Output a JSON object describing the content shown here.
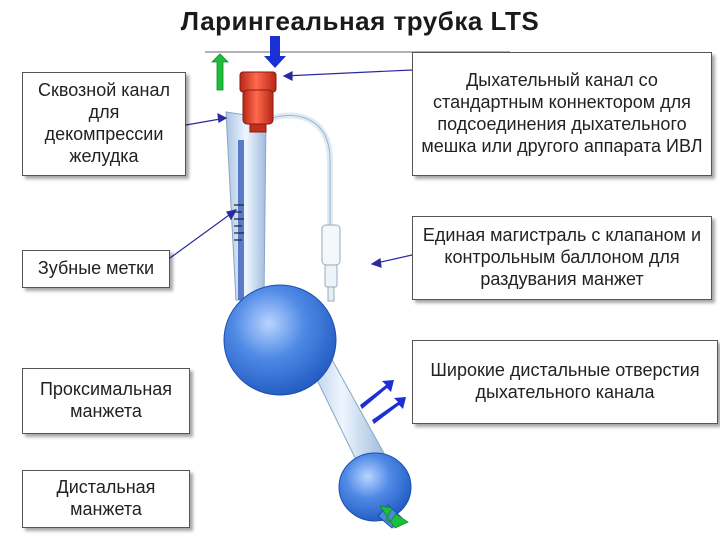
{
  "title": "Ларингеальная трубка LTS",
  "labels": {
    "through_channel": "Сквозной канал для декомпрессии желудка",
    "bite_marks": "Зубные метки",
    "proximal_cuff": "Проксимальная манжета",
    "distal_cuff": "Дистальная манжета",
    "breathing_channel": "Дыхательный канал со стандартным коннектором для подсоединения дыхательного мешка или другого аппарата ИВЛ",
    "single_line": "Единая магистраль с клапаном и контрольным баллоном для раздувания манжет",
    "distal_openings": "Широкие дистальные отверстия дыхательного канала"
  },
  "colors": {
    "tube": "#d9eaf5",
    "cuff": "#3f7fe0",
    "connector": "#e8402a",
    "arrow_blue": "#1a2fd6",
    "arrow_green": "#1dbf3a",
    "pointer": "#2a2aa0"
  }
}
